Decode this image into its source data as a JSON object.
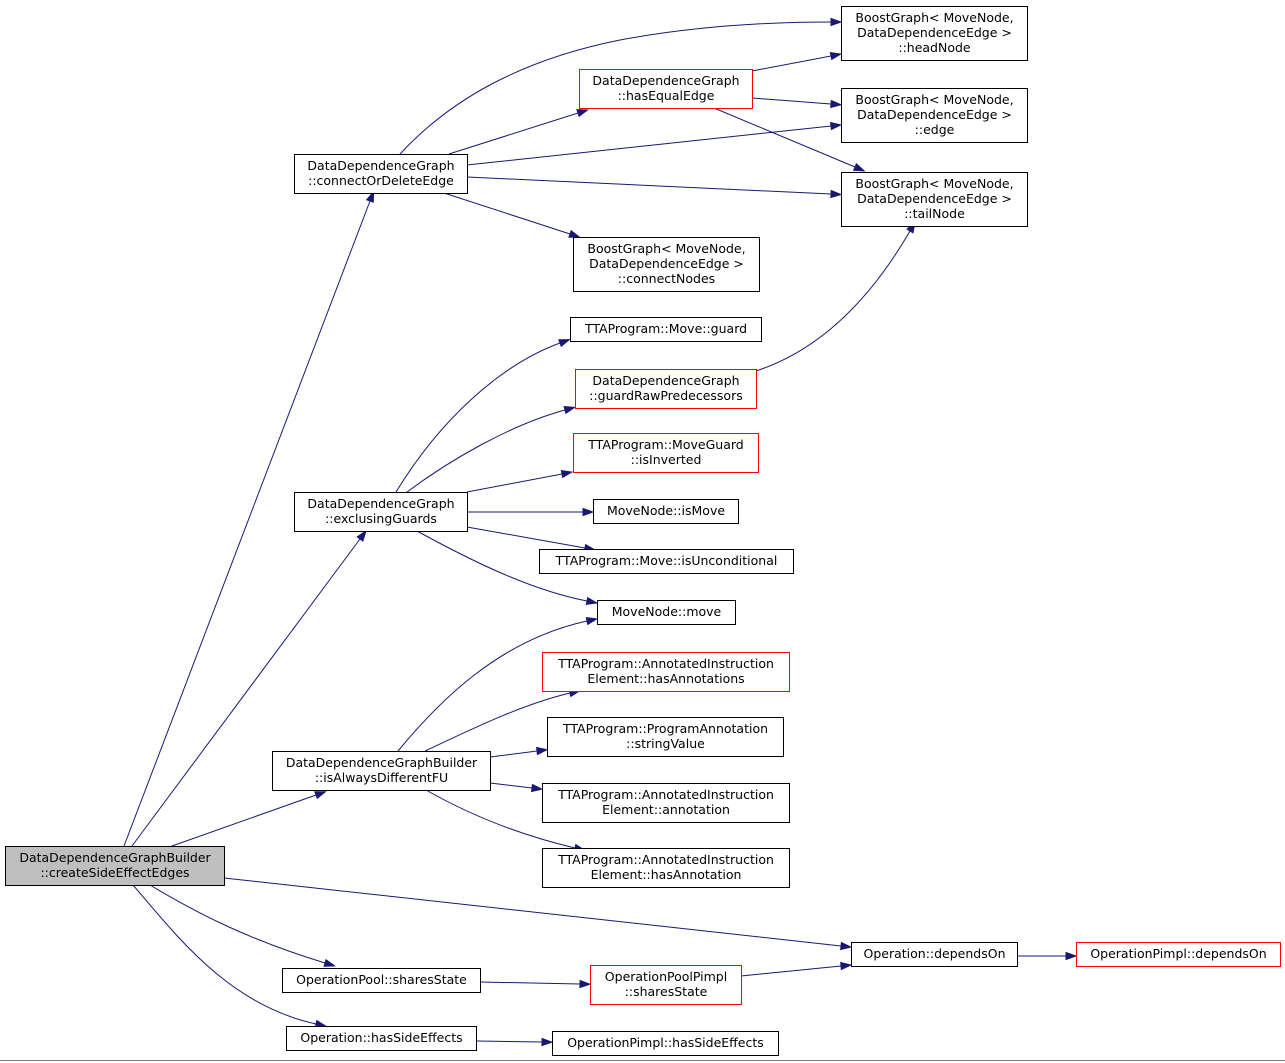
{
  "colors": {
    "edge": "#191970",
    "root_fill": "#bfbfbf",
    "node_border": "#000000",
    "truncated_node_border": "#ff0000",
    "background": "#ffffff"
  },
  "nodes": {
    "root": [
      "DataDependenceGraphBuilder",
      "::createSideEffectEdges"
    ],
    "connectOrDeleteEdge": [
      "DataDependenceGraph",
      "::connectOrDeleteEdge"
    ],
    "hasEqualEdge": [
      "DataDependenceGraph",
      "::hasEqualEdge"
    ],
    "headNode": [
      "BoostGraph< MoveNode,",
      "DataDependenceEdge >",
      "::headNode"
    ],
    "edge": [
      "BoostGraph< MoveNode,",
      "DataDependenceEdge >",
      "::edge"
    ],
    "tailNode": [
      "BoostGraph< MoveNode,",
      "DataDependenceEdge >",
      "::tailNode"
    ],
    "connectNodes": [
      "BoostGraph< MoveNode,",
      "DataDependenceEdge >",
      "::connectNodes"
    ],
    "moveGuard": [
      "TTAProgram::Move::guard"
    ],
    "guardRawPredecessors": [
      "DataDependenceGraph",
      "::guardRawPredecessors"
    ],
    "isInverted": [
      "TTAProgram::MoveGuard",
      "::isInverted"
    ],
    "exclusingGuards": [
      "DataDependenceGraph",
      "::exclusingGuards"
    ],
    "isMove": [
      "MoveNode::isMove"
    ],
    "isUnconditional": [
      "TTAProgram::Move::isUnconditional"
    ],
    "moveNodeMove": [
      "MoveNode::move"
    ],
    "hasAnnotations": [
      "TTAProgram::AnnotatedInstruction",
      "Element::hasAnnotations"
    ],
    "stringValue": [
      "TTAProgram::ProgramAnnotation",
      "::stringValue"
    ],
    "isAlwaysDifferentFU": [
      "DataDependenceGraphBuilder",
      "::isAlwaysDifferentFU"
    ],
    "annotation": [
      "TTAProgram::AnnotatedInstruction",
      "Element::annotation"
    ],
    "hasAnnotation": [
      "TTAProgram::AnnotatedInstruction",
      "Element::hasAnnotation"
    ],
    "dependsOn": [
      "Operation::dependsOn"
    ],
    "pimplDependsOn": [
      "OperationPimpl::dependsOn"
    ],
    "sharesState": [
      "OperationPool::sharesState"
    ],
    "pimplSharesState": [
      "OperationPoolPimpl",
      "::sharesState"
    ],
    "hasSideEffects": [
      "Operation::hasSideEffects"
    ],
    "pimplHasSideEffects": [
      "OperationPimpl::hasSideEffects"
    ]
  }
}
